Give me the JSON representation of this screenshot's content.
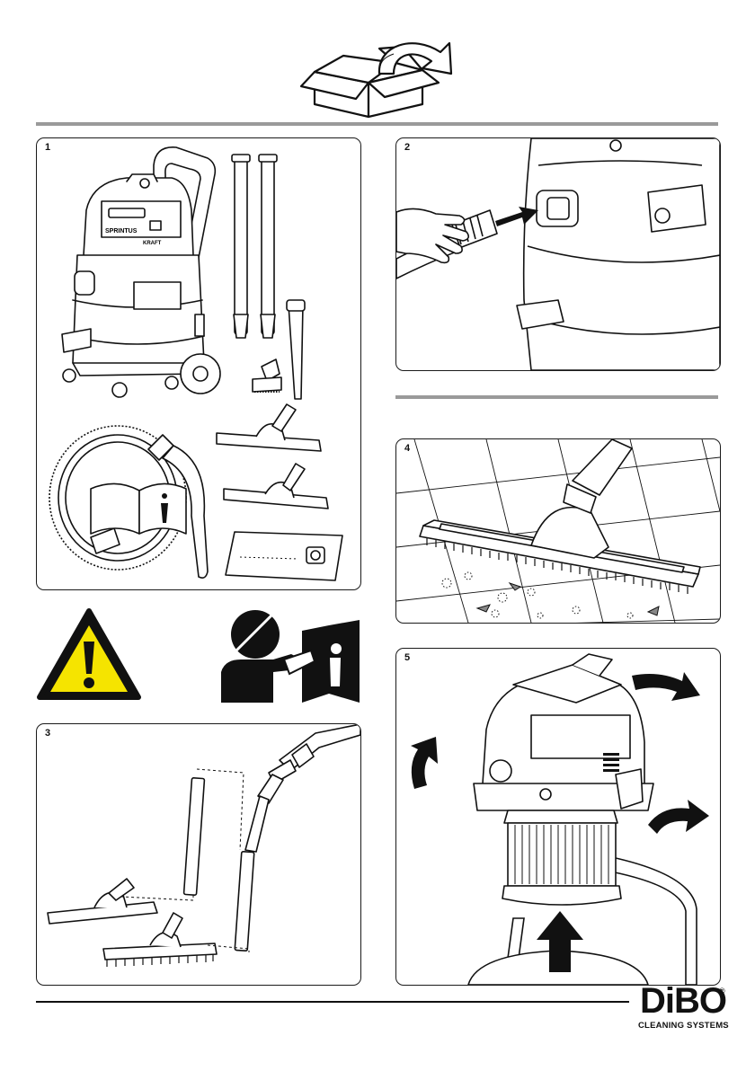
{
  "panels": {
    "contents": {
      "number": "1"
    },
    "connect_hose": {
      "number": "2"
    },
    "assembly": {
      "number": "3"
    },
    "floor_nozzle": {
      "number": "4"
    },
    "filter": {
      "number": "5"
    }
  },
  "brand": {
    "logo_text": "DiBO",
    "reg_mark": "®",
    "tagline": "CLEANING SYSTEMS"
  },
  "product_labels": {
    "brand_on_head": "SPRINTUS",
    "model_on_head": "KRAFT"
  },
  "icons": {
    "unpack": "open-box-icon",
    "warning": "warning-triangle-icon",
    "read_manual": "read-manual-icon"
  },
  "colors": {
    "warning_yellow": "#f5e400",
    "rule_gray": "#9a9a9a",
    "ink": "#111111"
  }
}
